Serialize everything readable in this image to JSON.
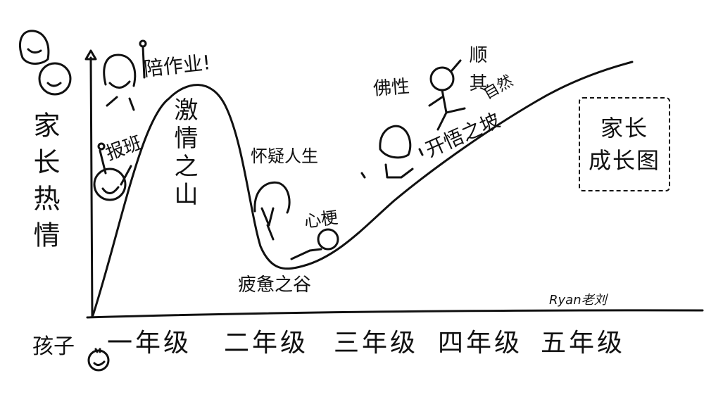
{
  "title": {
    "line1": "家长",
    "line2": "成长图"
  },
  "y_axis_label": "家长热情",
  "x_axis_prefix": "孩子",
  "annotations": {
    "homework": "陪作业!",
    "enroll": "报班",
    "peak": "激情之山",
    "doubt": "怀疑人生",
    "tired": "心梗",
    "valley": "疲惫之谷",
    "zen": "佛性",
    "nature_a": "顺其",
    "nature_b": "自然",
    "slope": "开悟之坡"
  },
  "signature": "Ryan老刘",
  "chart_data": {
    "type": "line",
    "title": "家长成长图",
    "xlabel": "孩子",
    "ylabel": "家长热情",
    "categories": [
      "一年级",
      "二年级",
      "三年级",
      "四年级",
      "五年级"
    ],
    "series": [
      {
        "name": "家长热情",
        "points": [
          {
            "x": "start",
            "y": 0
          },
          {
            "x": "一年级 (early)",
            "y": 60,
            "note": "报班"
          },
          {
            "x": "一年级 (peak)",
            "y": 100,
            "note": "激情之山"
          },
          {
            "x": "二年级",
            "y": 45,
            "note": "怀疑人生"
          },
          {
            "x": "二年级 (late)",
            "y": 20,
            "note": "疲惫之谷 / 心梗"
          },
          {
            "x": "三年级",
            "y": 45,
            "note": "开悟之坡"
          },
          {
            "x": "四年级",
            "y": 80,
            "note": "佛性 / 顺其自然"
          },
          {
            "x": "五年级",
            "y": 105
          }
        ]
      }
    ],
    "annotations": [
      "陪作业!",
      "报班",
      "激情之山",
      "怀疑人生",
      "心梗",
      "疲惫之谷",
      "佛性",
      "顺其自然",
      "开悟之坡"
    ],
    "grid": false,
    "legend": "none",
    "hand_drawn": true
  },
  "colors": {
    "ink": "#111111",
    "paper": "#ffffff"
  }
}
